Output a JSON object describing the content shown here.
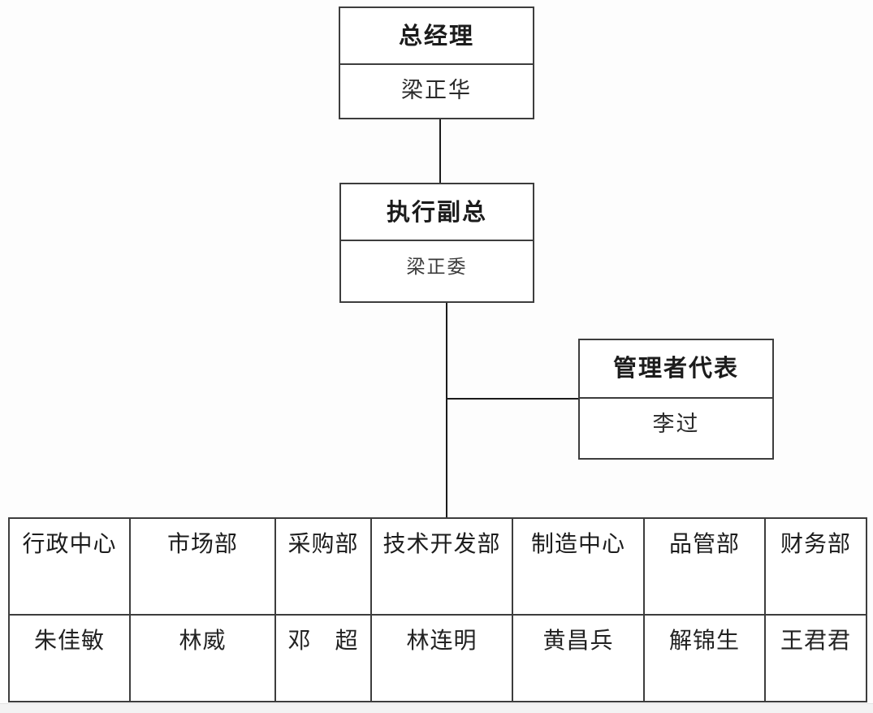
{
  "org_chart": {
    "type": "organization-chart",
    "nodes": {
      "general_manager": {
        "title": "总经理",
        "name": "梁正华"
      },
      "executive_vp": {
        "title": "执行副总",
        "name": "梁正委"
      },
      "management_rep": {
        "title": "管理者代表",
        "name": "李过"
      }
    },
    "hierarchy": [
      {
        "from": "general_manager",
        "to": "executive_vp"
      },
      {
        "from": "executive_vp",
        "to": "management_rep"
      },
      {
        "from": "executive_vp",
        "to": "departments"
      }
    ],
    "departments": [
      {
        "department": "行政中心",
        "head": "朱佳敏"
      },
      {
        "department": "市场部",
        "head": "林威"
      },
      {
        "department": "采购部",
        "head": "邓　超"
      },
      {
        "department": "技术开发部",
        "head": "林连明"
      },
      {
        "department": "制造中心",
        "head": "黄昌兵"
      },
      {
        "department": "品管部",
        "head": "解锦生"
      },
      {
        "department": "财务部",
        "head": "王君君"
      }
    ],
    "colors": {
      "border": "#3d3d3d",
      "connector": "#1b1b1b",
      "background": "#fdfdfd",
      "box_fill": "#ffffff"
    }
  }
}
